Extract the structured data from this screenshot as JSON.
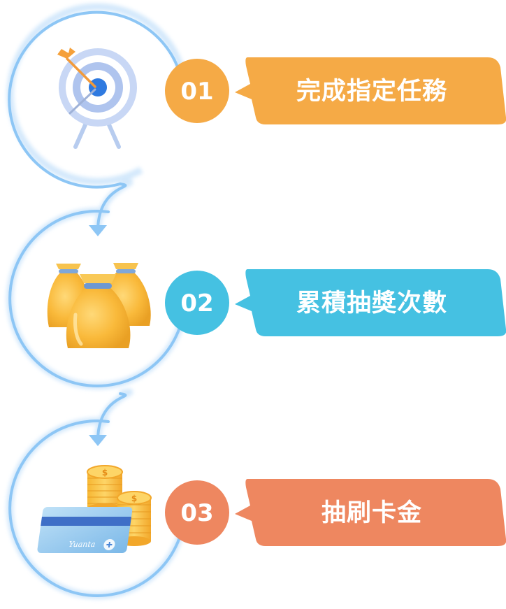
{
  "steps": [
    {
      "number": "01",
      "label": "完成指定任務",
      "icon": "target-icon",
      "color": "#F5AA46"
    },
    {
      "number": "02",
      "label": "累積抽獎次數",
      "icon": "money-bags-icon",
      "color": "#45C1E2"
    },
    {
      "number": "03",
      "label": "抽刷卡金",
      "icon": "card-coins-icon",
      "color": "#EE8760"
    }
  ],
  "card": {
    "brand": "Yuanta"
  },
  "colors": {
    "ring": "#8DC6F5",
    "ring_glow": "#CFE6FB"
  }
}
